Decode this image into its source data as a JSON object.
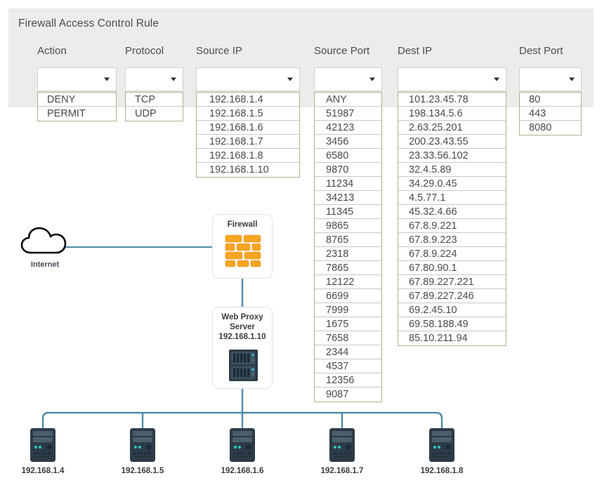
{
  "panel": {
    "title": "Firewall Access Control Rule"
  },
  "columns": [
    {
      "id": "action",
      "label": "Action",
      "selected_value": "",
      "options": [
        "DENY",
        "PERMIT"
      ]
    },
    {
      "id": "protocol",
      "label": "Protocol",
      "selected_value": "",
      "options": [
        "TCP",
        "UDP"
      ]
    },
    {
      "id": "source_ip",
      "label": "Source IP",
      "selected_value": "",
      "options": [
        "192.168.1.4",
        "192.168.1.5",
        "192.168.1.6",
        "192.168.1.7",
        "192.168.1.8",
        "192.168.1.10"
      ]
    },
    {
      "id": "source_port",
      "label": "Source Port",
      "selected_value": "",
      "options": [
        "ANY",
        "51987",
        "42123",
        "3456",
        "6580",
        "9870",
        "11234",
        "34213",
        "11345",
        "9865",
        "8765",
        "2318",
        "7865",
        "12122",
        "6699",
        "7999",
        "1675",
        "7658",
        "2344",
        "4537",
        "12356",
        "9087"
      ]
    },
    {
      "id": "dest_ip",
      "label": "Dest IP",
      "selected_value": "",
      "options": [
        "101.23.45.78",
        "198.134.5.6",
        "2.63.25.201",
        "200.23.43.55",
        "23.33.56.102",
        "32.4.5.89",
        "34.29.0.45",
        "4.5.77.1",
        "45.32.4.66",
        "67.8.9.221",
        "67.8.9.223",
        "67.8.9.224",
        "67.80.90.1",
        "67.89.227.221",
        "67.89.227.246",
        "69.2.45.10",
        "69.58.188.49",
        "85.10.211.94"
      ]
    },
    {
      "id": "dest_port",
      "label": "Dest Port",
      "selected_value": "",
      "options": [
        "80",
        "443",
        "8080"
      ]
    }
  ],
  "diagram": {
    "cloud": {
      "label": "Internet"
    },
    "firewall": {
      "title": "Firewall"
    },
    "proxy": {
      "title_line1": "Web Proxy",
      "title_line2": "Server",
      "ip": "192.168.1.10"
    },
    "hosts": [
      {
        "label": "192.168.1.4"
      },
      {
        "label": "192.168.1.5"
      },
      {
        "label": "192.168.1.6"
      },
      {
        "label": "192.168.1.7"
      },
      {
        "label": "192.168.1.8"
      }
    ],
    "colors": {
      "link": "#4e8ca8",
      "brick": "#f6a623",
      "server_body": "#2c3b47",
      "cloud_outline": "#000000"
    }
  }
}
